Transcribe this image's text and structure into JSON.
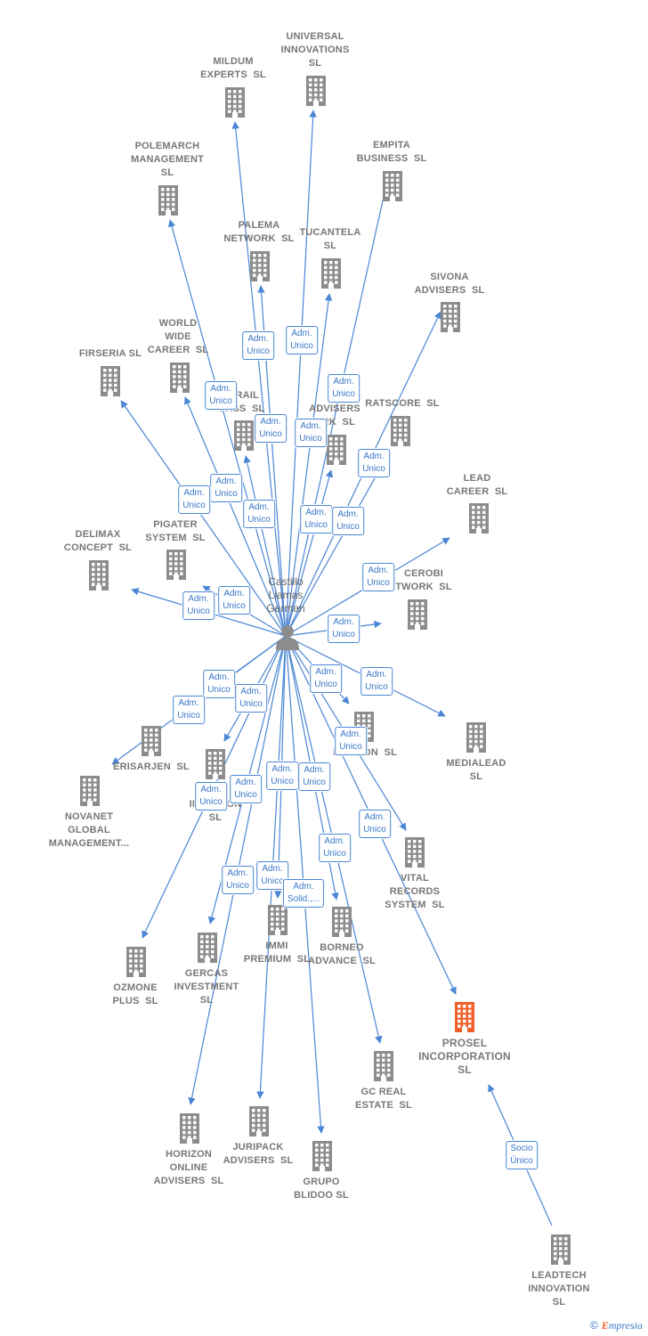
{
  "colors": {
    "edge": "#4a86d4",
    "building": "#8c8c8c",
    "highlight": "#f0602a",
    "text": "#777777"
  },
  "person": {
    "name": "Castillo\nLlamas\nGerman",
    "icon": "person-icon"
  },
  "companies": [
    {
      "id": "mildum",
      "label": "MILDUM\nEXPERTS  SL"
    },
    {
      "id": "universal",
      "label": "UNIVERSAL\nINNOVATIONS\nSL"
    },
    {
      "id": "polemarch",
      "label": "POLEMARCH\nMANAGEMENT\nSL"
    },
    {
      "id": "empita",
      "label": "EMPITA\nBUSINESS  SL"
    },
    {
      "id": "palema",
      "label": "PALEMA\nNETWORK  SL"
    },
    {
      "id": "tucantela",
      "label": "TUCANTELA\nSL"
    },
    {
      "id": "sivona",
      "label": "SIVONA\nADVISERS  SL"
    },
    {
      "id": "worldwide",
      "label": "WORLD\nWIDE\nCAREER  SL"
    },
    {
      "id": "firseria",
      "label": "FIRSERIA SL"
    },
    {
      "id": "rail",
      "label": "N RAIL\nPASS  SL"
    },
    {
      "id": "cr",
      "label": "CR\nADVISERS\nORK  SL"
    },
    {
      "id": "ratscore",
      "label": "RATSCORE  SL"
    },
    {
      "id": "lead",
      "label": "LEAD\nCAREER  SL"
    },
    {
      "id": "delimax",
      "label": "DELIMAX\nCONCEPT  SL"
    },
    {
      "id": "pigater",
      "label": "PIGATER\nSYSTEM  SL"
    },
    {
      "id": "cerobi",
      "label": "CEROBI\nTWORK  SL"
    },
    {
      "id": "erisarjen",
      "label": "ERISARJEN  SL"
    },
    {
      "id": "novanet",
      "label": "NOVANET\nGLOBAL\nMANAGEMENT..."
    },
    {
      "id": "im",
      "label": "IM         ON\nSL"
    },
    {
      "id": "nion",
      "label": "N        ON  SL"
    },
    {
      "id": "medialead",
      "label": "MEDIALEAD\nSL"
    },
    {
      "id": "vital",
      "label": "VITAL\nRECORDS\nSYSTEM  SL"
    },
    {
      "id": "ozmone",
      "label": "OZMONE\nPLUS  SL"
    },
    {
      "id": "gercas",
      "label": "GERCAS\nINVESTMENT\nSL"
    },
    {
      "id": "immi",
      "label": "IMMI\nPREMIUM  SL"
    },
    {
      "id": "borneo",
      "label": "BORNEO\nADVANCE  SL"
    },
    {
      "id": "prosel",
      "label": "PROSEL\nINCORPORATION\nSL"
    },
    {
      "id": "gcreal",
      "label": "GC REAL\nESTATE  SL"
    },
    {
      "id": "horizon",
      "label": "HORIZON\nONLINE\nADVISERS  SL"
    },
    {
      "id": "juripack",
      "label": "JURIPACK\nADVISERS  SL"
    },
    {
      "id": "grupo",
      "label": "GRUPO\nBLIDOO SL"
    },
    {
      "id": "leadtech",
      "label": "LEADTECH\nINNOVATION\nSL"
    }
  ],
  "roles": {
    "adm_unico": "Adm.\nUnico",
    "adm_solid": "Adm.\nSolid.,...",
    "socio_unico": "Socio\nÚnico"
  },
  "footer": {
    "copyright": "©",
    "brand_e": "E",
    "brand_rest": "mpresia"
  }
}
